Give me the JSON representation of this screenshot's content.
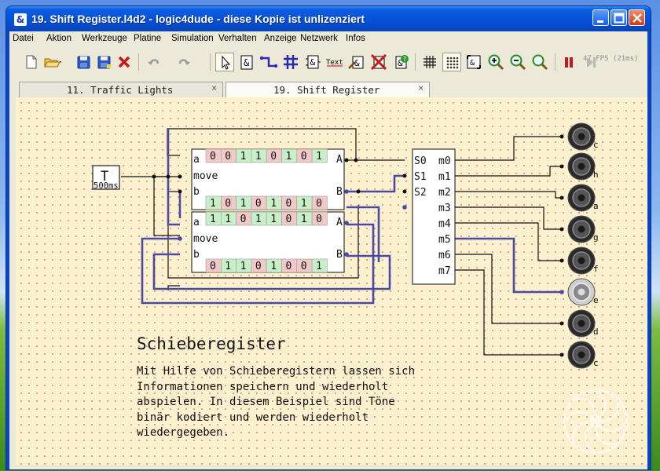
{
  "window": {
    "title": "19. Shift Register.l4d2 - logic4dude - diese Kopie ist unlizenziert"
  },
  "menu": [
    "Datei",
    "Aktion",
    "Werkzeuge",
    "Platine",
    "Simulation",
    "Verhalten",
    "Anzeige",
    "Netzwerk",
    "Infos"
  ],
  "toolbar": {
    "fps": "47 FPS (21ms)",
    "text_tool_label": "Text",
    "buttons": [
      "new-file",
      "open-folder",
      "save",
      "save-as",
      "delete",
      "undo",
      "redo",
      "select-pointer",
      "add-gate",
      "wire",
      "bus",
      "add-component",
      "text",
      "edit-gate",
      "delete-gate",
      "help-gate",
      "grid",
      "grid-dots",
      "fit",
      "zoom-in",
      "zoom-out",
      "zoom-reset",
      "pause",
      "step"
    ]
  },
  "tabs": [
    {
      "label": "11. Traffic Lights",
      "close": "×"
    },
    {
      "label": "19. Shift Register",
      "close": "×"
    }
  ],
  "circuit": {
    "timer": {
      "label": "T",
      "period": "500ms"
    },
    "register1": {
      "bits": [
        "0",
        "0",
        "1",
        "1",
        "0",
        "1",
        "0",
        "1"
      ],
      "lower_bits": [
        "1",
        "0",
        "1",
        "0",
        "1",
        "0",
        "1",
        "0"
      ],
      "port_a": "a",
      "port_move": "move",
      "port_b": "b",
      "out_a": "A",
      "out_b": "B"
    },
    "register2": {
      "bits": [
        "1",
        "1",
        "0",
        "1",
        "1",
        "0",
        "1",
        "0"
      ],
      "lower_bits": [
        "0",
        "1",
        "1",
        "0",
        "1",
        "0",
        "0",
        "1"
      ],
      "port_a": "a",
      "port_move": "move",
      "port_b": "b",
      "out_a": "A",
      "out_b": "B"
    },
    "decoder": {
      "inputs": [
        "S0",
        "S1",
        "S2"
      ],
      "outputs": [
        "m0",
        "m1",
        "m2",
        "m3",
        "m4",
        "m5",
        "m6",
        "m7"
      ]
    },
    "speakers": [
      "c",
      "h",
      "a",
      "g",
      "f",
      "e",
      "d",
      "c"
    ],
    "active_speaker_index": 5
  },
  "doc": {
    "title": "Schieberegister",
    "lines": [
      "Mit Hilfe von Schieberegistern lassen sich",
      "Informationen speichern und wiederholt",
      "abspielen. In diesem Beispiel sind Töne",
      "binär kodiert und werden wiederholt",
      "wiedergegeben."
    ]
  },
  "colors": {
    "wire": "#111111",
    "bus_wire": "#4a4aa6",
    "active_wire": "#4a4aa6",
    "bit_on_bg": "#c8f0c8",
    "bit_off_bg": "#f3c8c8",
    "canvas_bg": "#fdf0cf",
    "titlebar": "#0550d6"
  }
}
